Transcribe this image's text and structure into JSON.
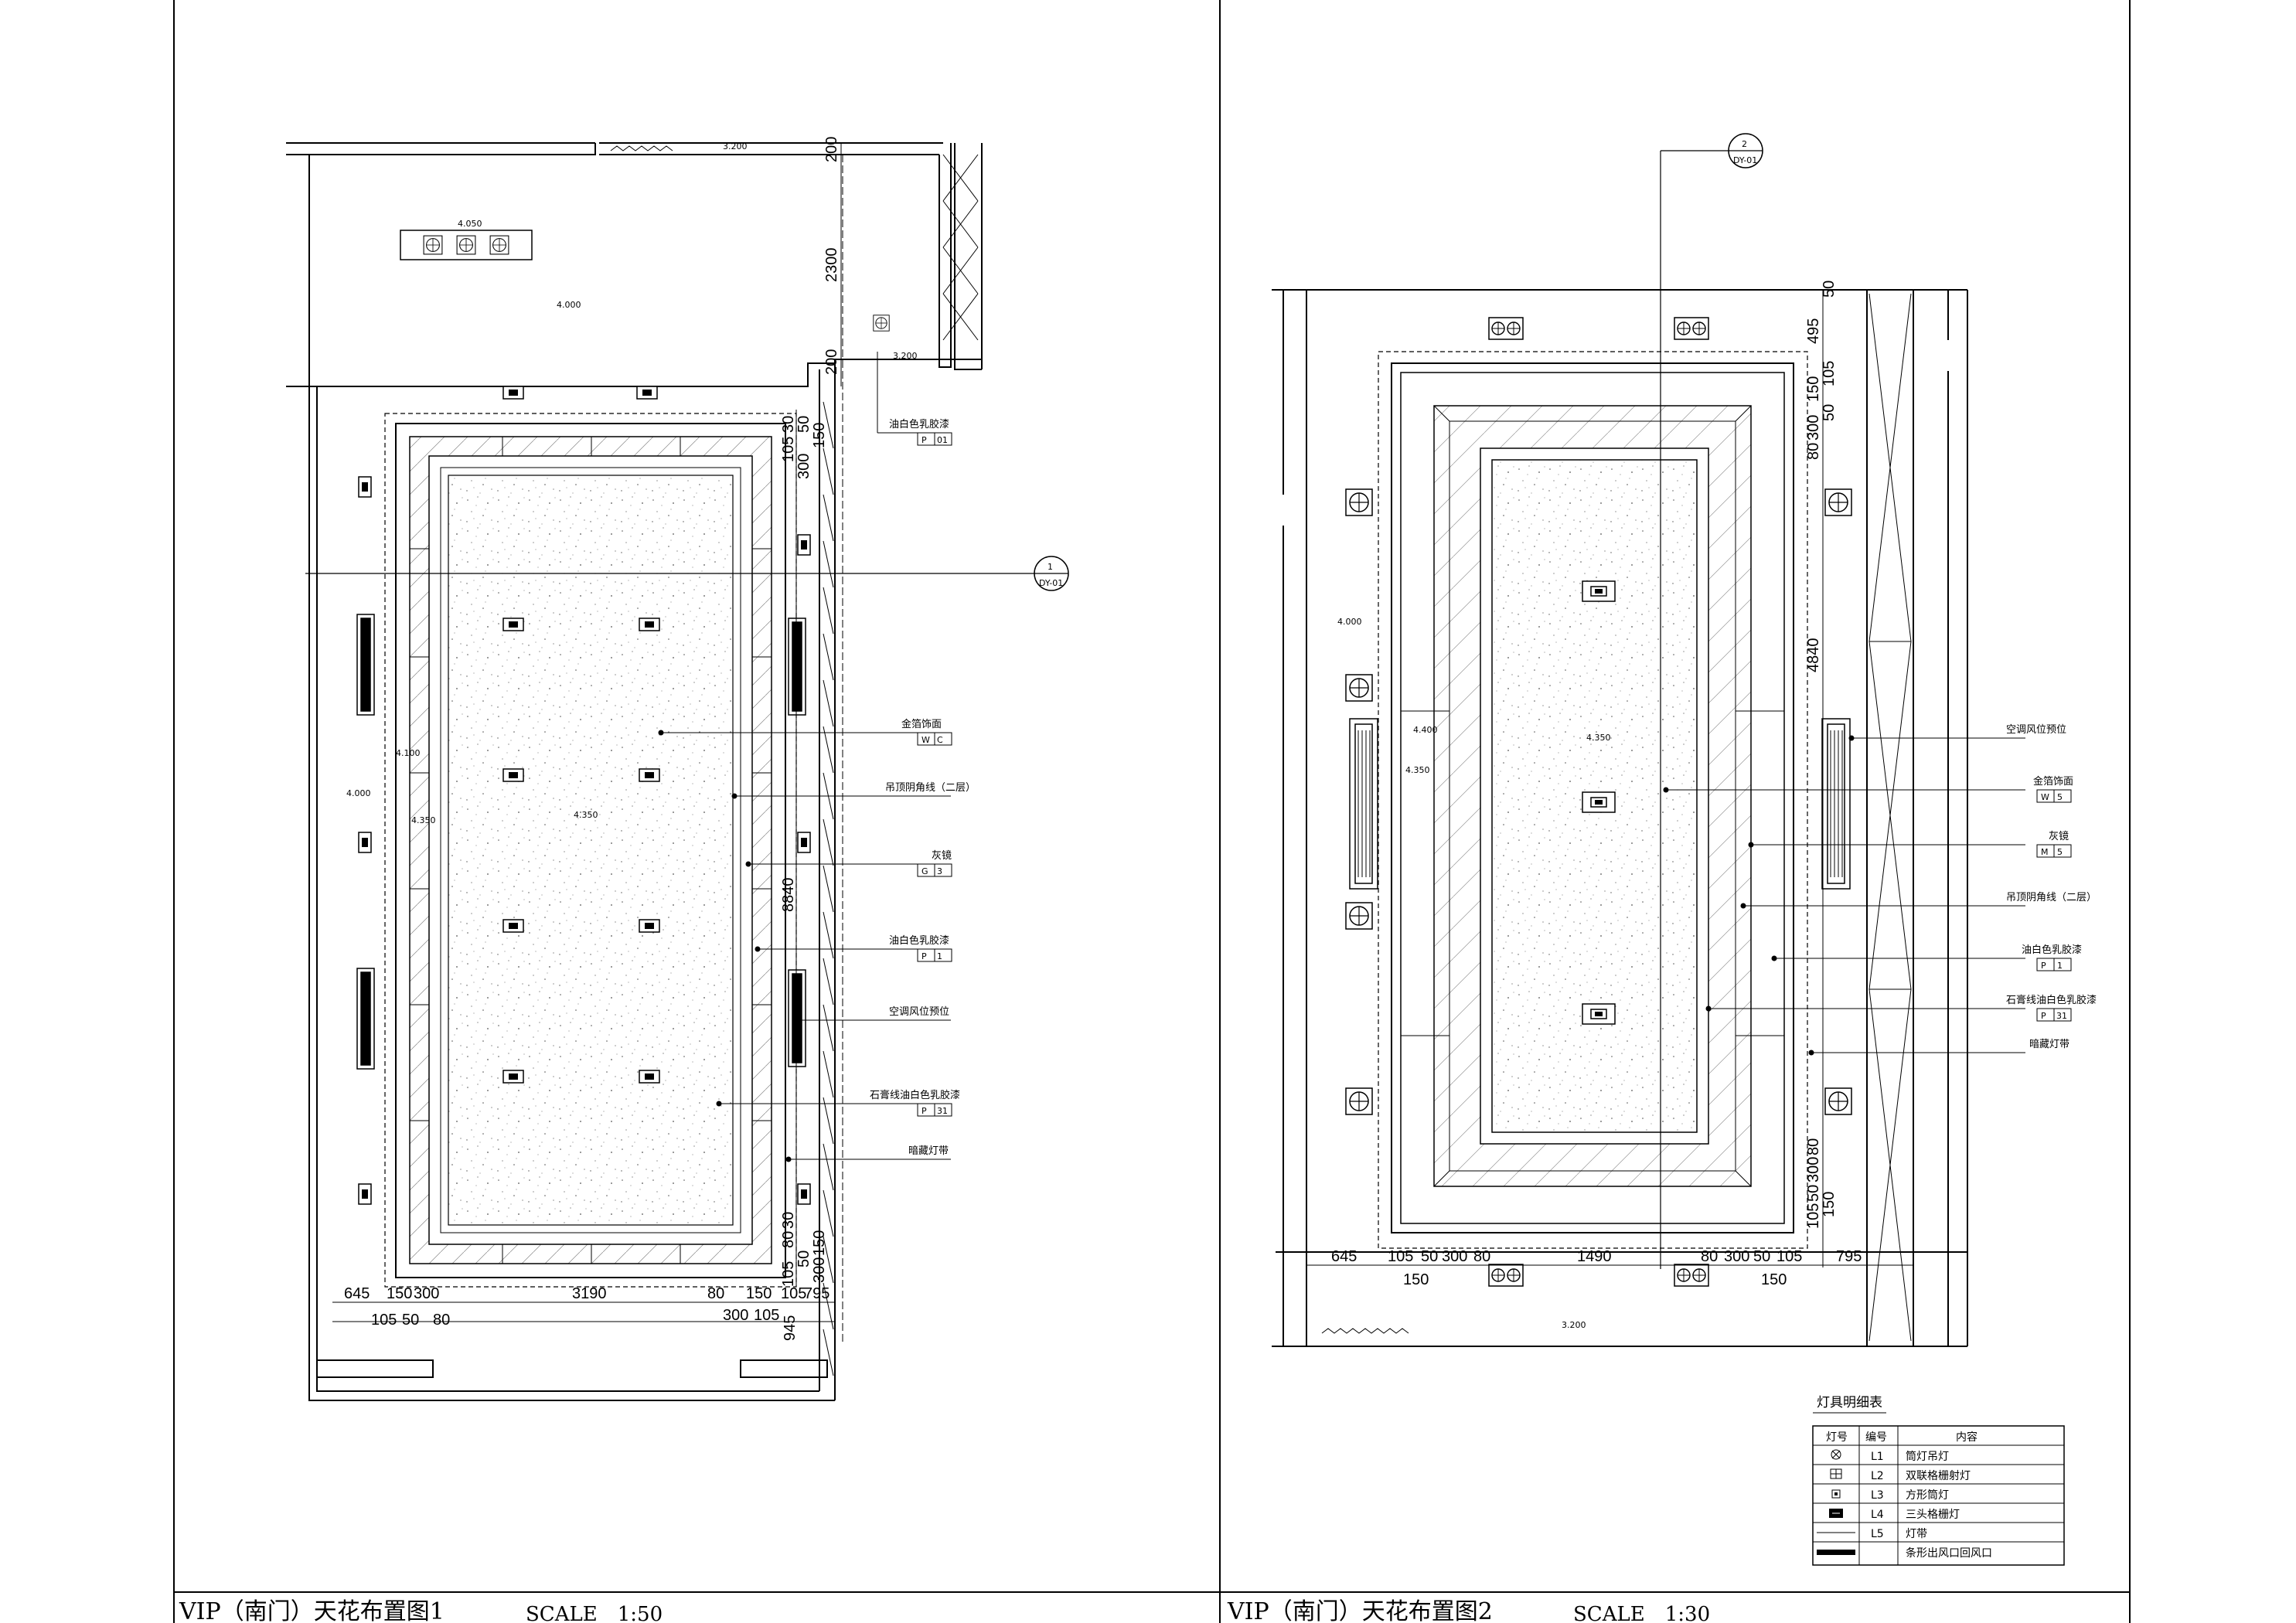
{
  "sheet": {
    "left_title": "VIP（南门）天花布置图1",
    "left_scale": "SCALE　1:50",
    "right_title": "VIP（南门）天花布置图2",
    "right_scale": "SCALE　1:30"
  },
  "plan1": {
    "levels": [
      "3.200",
      "4.050",
      "4.000",
      "3.200",
      "4.000",
      "4.350",
      "4.100",
      "4.350"
    ],
    "section_marker": {
      "number": "1",
      "ref": "DY-01"
    },
    "dims_top_vertical": [
      "200",
      "2300",
      "200"
    ],
    "dims_right_top": [
      "30",
      "50",
      "105",
      "300",
      "150"
    ],
    "dims_right_main": "8840",
    "dims_right_bottom": [
      "30",
      "80",
      "50",
      "105",
      "150",
      "300"
    ],
    "dims_bottom_row1": [
      "645",
      "150",
      "300",
      "3190",
      "80",
      "150",
      "105",
      "795"
    ],
    "dims_bottom_row2": [
      "105",
      "50",
      "80",
      "300",
      "105"
    ],
    "dims_bottom_extra": "945",
    "annotations": [
      {
        "text": "油白色乳胶漆",
        "code": "P",
        "code2": "01"
      },
      {
        "text": "金箔饰面",
        "code": "W",
        "code2": "C"
      },
      {
        "text": "吊顶阴角线（二层）",
        "code": "",
        "code2": ""
      },
      {
        "text": "灰镜",
        "code": "G",
        "code2": "3"
      },
      {
        "text": "油白色乳胶漆",
        "code": "P",
        "code2": "1"
      },
      {
        "text": "空调风位预位",
        "code": "",
        "code2": ""
      },
      {
        "text": "石膏线油白色乳胶漆",
        "code": "P",
        "code2": "31"
      },
      {
        "text": "暗藏灯带",
        "code": "",
        "code2": ""
      }
    ]
  },
  "plan2": {
    "levels": [
      "4.000",
      "4.400",
      "4.350",
      "4.350",
      "3.200"
    ],
    "section_marker": {
      "number": "2",
      "ref": "DY-01"
    },
    "dims_right_top": [
      "50",
      "495",
      "105",
      "50",
      "150",
      "300",
      "80"
    ],
    "dims_right_main": "4840",
    "dims_right_bottom": [
      "80",
      "300",
      "50",
      "105",
      "150"
    ],
    "dims_bottom_row1": [
      "645",
      "105",
      "50",
      "300",
      "80",
      "1490",
      "80",
      "300",
      "50",
      "105",
      "795"
    ],
    "dims_bottom_row2": [
      "150",
      "150"
    ],
    "annotations": [
      {
        "text": "空调风位预位",
        "code": "",
        "code2": ""
      },
      {
        "text": "金箔饰面",
        "code": "W",
        "code2": "5"
      },
      {
        "text": "灰镜",
        "code": "M",
        "code2": "5"
      },
      {
        "text": "吊顶阴角线（二层）",
        "code": "",
        "code2": ""
      },
      {
        "text": "油白色乳胶漆",
        "code": "P",
        "code2": "1"
      },
      {
        "text": "石膏线油白色乳胶漆",
        "code": "P",
        "code2": "31"
      },
      {
        "text": "暗藏灯带",
        "code": "",
        "code2": ""
      }
    ]
  },
  "legend": {
    "title": "灯具明细表",
    "headers": [
      "灯号",
      "编号",
      "内容"
    ],
    "rows": [
      {
        "symbol": "round-downlight",
        "code": "L1",
        "content": "筒灯吊灯"
      },
      {
        "symbol": "double-grille",
        "code": "L2",
        "content": "双联格栅射灯"
      },
      {
        "symbol": "small-square",
        "code": "L3",
        "content": "方形筒灯"
      },
      {
        "symbol": "triple-grille",
        "code": "L4",
        "content": "三头格栅灯"
      },
      {
        "symbol": "line",
        "code": "L5",
        "content": "灯带"
      },
      {
        "symbol": "thick-bar",
        "code": "",
        "content": "条形出风口回风口"
      }
    ]
  }
}
